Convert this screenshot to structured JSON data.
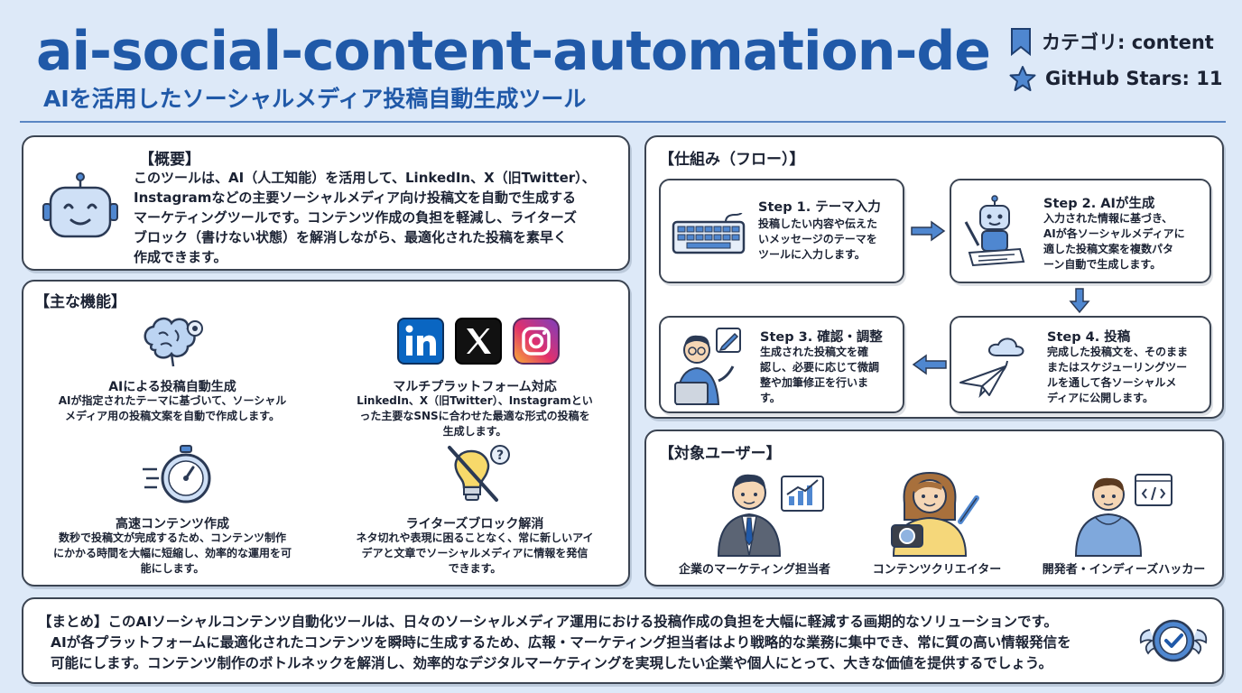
{
  "header": {
    "title": "ai-social-content-automation-de",
    "subtitle": "AIを活用したソーシャルメディア投稿自動生成ツール",
    "category_label": "カテゴリ: content",
    "stars_label": "GitHub Stars: 11"
  },
  "overview": {
    "heading": "【概要】",
    "lines": [
      "このツールは、AI（人工知能）を活用して、LinkedIn、X（旧Twitter）、",
      "Instagramなどの主要ソーシャルメディア向け投稿文を自動で生成する",
      "マーケティングツールです。コンテンツ作成の負担を軽減し、ライターズ",
      "ブロック（書けない状態）を解消しながら、最適化された投稿を素早く",
      "作成できます。"
    ]
  },
  "features": {
    "heading": "【主な機能】",
    "items": [
      {
        "title": "AIによる投稿自動生成",
        "lines": [
          "AIが指定されたテーマに基づいて、ソーシャル",
          "メディア用の投稿文案を自動で作成します。"
        ]
      },
      {
        "title": "マルチプラットフォーム対応",
        "lines": [
          "LinkedIn、X（旧Twitter）、Instagramとい",
          "った主要なSNSに合わせた最適な形式の投稿を",
          "生成します。"
        ]
      },
      {
        "title": "高速コンテンツ作成",
        "lines": [
          "数秒で投稿文が完成するため、コンテンツ制作",
          "にかかる時間を大幅に短縮し、効率的な運用を可",
          "能にします。"
        ]
      },
      {
        "title": "ライターズブロック解消",
        "lines": [
          "ネタ切れや表現に困ることなく、常に新しいアイ",
          "デアと文章でソーシャルメディアに情報を発信",
          "できます。"
        ]
      }
    ]
  },
  "flow": {
    "heading": "【仕組み（フロー）】",
    "steps": [
      {
        "title": "Step 1. テーマ入力",
        "lines": [
          "投稿したい内容や伝えた",
          "いメッセージのテーマを",
          "ツールに入力します。"
        ]
      },
      {
        "title": "Step 2. AIが生成",
        "lines": [
          "入力された情報に基づき、",
          "AIが各ソーシャルメディアに",
          "適した投稿文案を複数パタ",
          "ーン自動で生成します。"
        ]
      },
      {
        "title": "Step 3. 確認・調整",
        "lines": [
          "生成された投稿文を確",
          "認し、必要に応じて微調",
          "整や加筆修正を行いま",
          "す。"
        ]
      },
      {
        "title": "Step 4. 投稿",
        "lines": [
          "完成した投稿文を、そのまま",
          "またはスケジューリングツー",
          "ルを通して各ソーシャルメ",
          "ディアに公開します。"
        ]
      }
    ]
  },
  "users": {
    "heading": "【対象ユーザー】",
    "items": [
      {
        "label": "企業のマーケティング担当者"
      },
      {
        "label": "コンテンツクリエイター"
      },
      {
        "label": "開発者・インディーズハッカー"
      }
    ]
  },
  "summary": {
    "lines": [
      "【まとめ】このAIソーシャルコンテンツ自動化ツールは、日々のソーシャルメディア運用における投稿作成の負担を大幅に軽減する画期的なソリューションです。",
      "AIが各プラットフォームに最適化されたコンテンツを瞬時に生成するため、広報・マーケティング担当者はより戦略的な業務に集中でき、常に質の高い情報発信を",
      "可能にします。コンテンツ制作のボトルネックを解消し、効率的なデジタルマーケティングを実現したい企業や個人にとって、大きな価値を提供するでしょう。"
    ]
  },
  "colors": {
    "background": "#dde9f8",
    "brand_blue": "#2059a8",
    "accent_blue": "#4f87d0",
    "linkedin": "#0a66c2",
    "x": "#111111"
  },
  "icons": [
    "bookmark-icon",
    "star-icon",
    "robot-icon",
    "brain-icon",
    "linkedin-icon",
    "x-icon",
    "instagram-icon",
    "stopwatch-icon",
    "lightbulb-icon",
    "keyboard-icon",
    "robot-writing-icon",
    "person-laptop-icon",
    "cloud-icon",
    "paper-plane-icon",
    "businessman-icon",
    "creator-icon",
    "developer-icon",
    "check-badge-icon"
  ]
}
